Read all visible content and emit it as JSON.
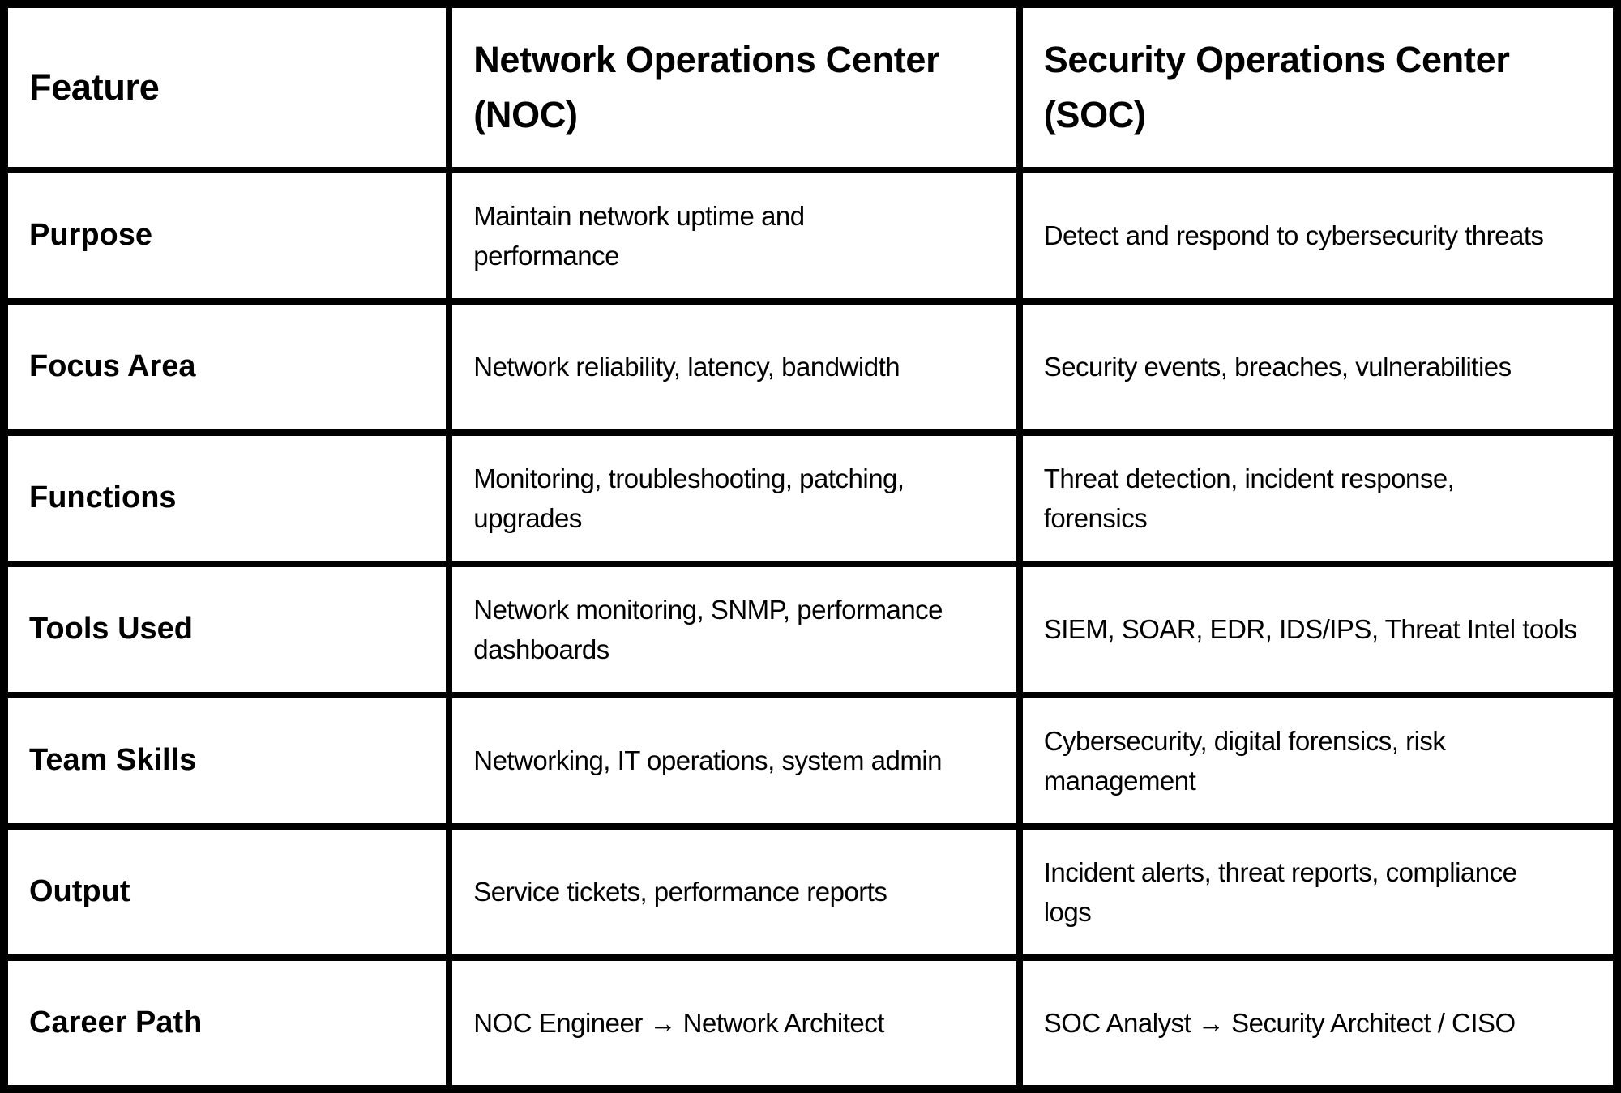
{
  "chart_data": {
    "type": "table",
    "columns": [
      "Feature",
      "Network Operations Center\n(NOC)",
      "Security Operations Center\n(SOC)"
    ],
    "rows": [
      [
        "Purpose",
        "Maintain network uptime and\nperformance",
        "Detect and respond to cybersecurity threats"
      ],
      [
        "Focus Area",
        "Network reliability, latency, bandwidth",
        "Security events, breaches, vulnerabilities"
      ],
      [
        "Functions",
        "Monitoring, troubleshooting, patching,\nupgrades",
        "Threat detection, incident response,\nforensics"
      ],
      [
        "Tools Used",
        "Network monitoring, SNMP, performance\ndashboards",
        "SIEM, SOAR, EDR, IDS/IPS, Threat Intel tools"
      ],
      [
        "Team Skills",
        "Networking, IT operations, system admin",
        "Cybersecurity, digital forensics, risk\nmanagement"
      ],
      [
        "Output",
        "Service tickets, performance reports",
        "Incident alerts, threat reports, compliance\nlogs"
      ],
      [
        "Career Path",
        "NOC Engineer → Network Architect",
        "SOC Analyst → Security Architect / CISO"
      ]
    ],
    "colors": {
      "border": "#000000",
      "text": "#000000",
      "background": "#ffffff"
    }
  }
}
